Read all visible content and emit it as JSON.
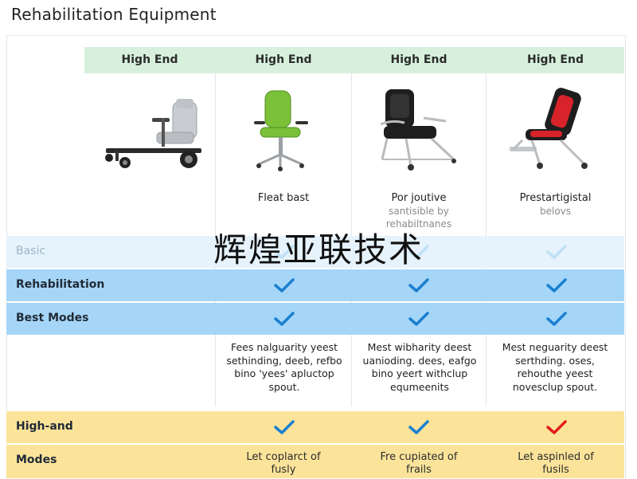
{
  "title": "Rehabilitation Equipment",
  "columns": [
    {
      "header": "High End",
      "product_line1": "",
      "product_line2": ""
    },
    {
      "header": "High End",
      "product_line1": "Fleat bast",
      "product_line2": ""
    },
    {
      "header": "High End",
      "product_line1": "Por joutive",
      "product_line2": "santisible by rehabiltnanes"
    },
    {
      "header": "High End",
      "product_line1": "Prestartigistal",
      "product_line2": "belovs"
    }
  ],
  "rows": [
    {
      "label": "Basic",
      "checks": [
        true,
        true,
        true
      ],
      "check_colors": [
        "#bfe0f5",
        "#bfe0f5",
        "#bfe0f5"
      ]
    },
    {
      "label": "Rehabilitation",
      "checks": [
        true,
        true,
        true
      ],
      "check_colors": [
        "#1a7fd0",
        "#1a7fd0",
        "#1a7fd0"
      ]
    },
    {
      "label": "Best Modes",
      "checks": [
        true,
        true,
        true
      ],
      "check_colors": [
        "#1a7fd0",
        "#1a7fd0",
        "#1a7fd0"
      ]
    },
    {
      "label": "High-and",
      "checks": [
        true,
        true,
        true
      ],
      "check_colors": [
        "#1a7fd0",
        "#1a7fd0",
        "#e01e1e"
      ]
    },
    {
      "label": "Modes"
    }
  ],
  "descriptions": [
    "Fees nalguarity yeest sethinding, deeb, refbo bino 'yees' apluctop spout.",
    "Mest wibharity deest uanioding. dees, eafgo bino yeert withclup equmeenits",
    "Mest neguarity deest serthding. oses, rehouthe yeest novesclup spout."
  ],
  "footer": [
    "Let coplarct of fusly",
    "Fre cupiated of frails",
    "Let aspinled of fusils"
  ],
  "watermark": "辉煌亚联技术",
  "colors": {
    "header_green": "#d6f0dc",
    "row_basic": "#e6f3fc",
    "row_blue": "#a6d6f7",
    "row_yellow": "#fbe49a",
    "check_blue": "#1a7fd0",
    "check_red": "#e01e1e"
  }
}
